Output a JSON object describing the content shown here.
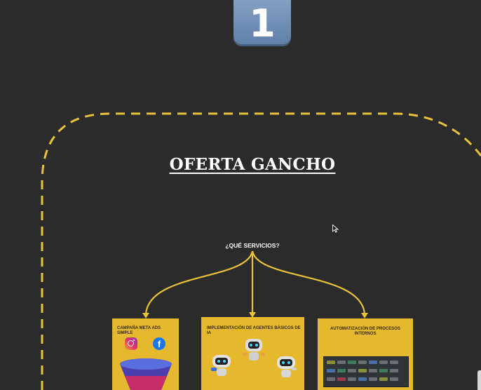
{
  "badge": {
    "number": "1"
  },
  "title": "OFERTA GANCHO",
  "question": "¿QUÉ SERVICIOS?",
  "cards": [
    {
      "title": "CAMPAÑA META ADS SIMPLE",
      "icons": [
        "instagram-icon",
        "facebook-icon",
        "funnel-icon"
      ]
    },
    {
      "title": "IMPLEMENTACIÓN DE AGENTES BÁSICOS DE IA",
      "icons": [
        "robot-icon",
        "robot-icon",
        "robot-icon"
      ]
    },
    {
      "title": "AUTOMATIZACIÓN DE PROCESOS INTERNOS",
      "icons": [
        "workflow-screenshot"
      ]
    }
  ],
  "colors": {
    "background": "#2b2b2b",
    "dashed_outline": "#e8c33a",
    "arrows": "#e8c33a",
    "card_fill": "#e6b82e",
    "badge": "#7092bb",
    "text": "#ffffff"
  }
}
